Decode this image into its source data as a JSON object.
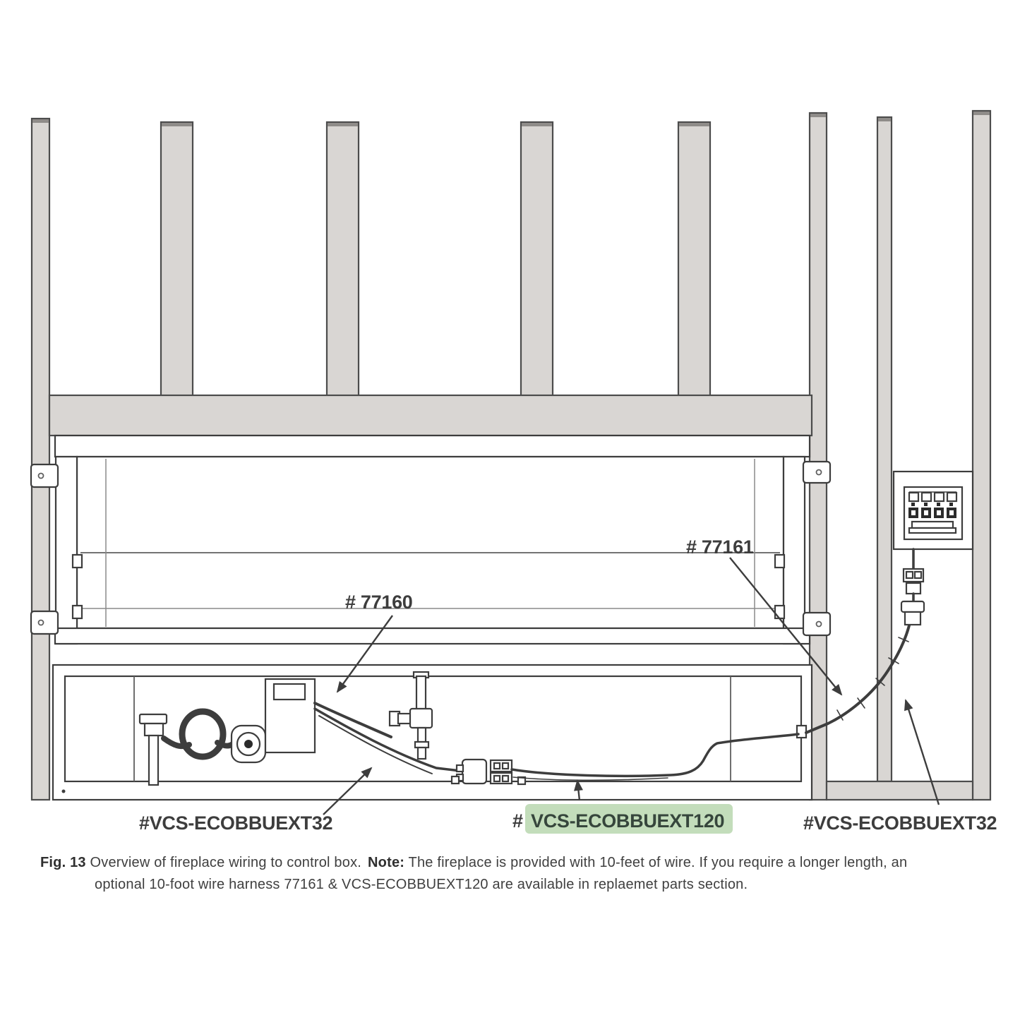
{
  "figure": {
    "labels": {
      "wire_77160": "# 77160",
      "wire_77161": "# 77161",
      "ext32_left": "#VCS-ECOBBUEXT32",
      "ext120_prefix": "#",
      "ext120": "VCS-ECOBBUEXT120",
      "ext32_right": "#VCS-ECOBBUEXT32"
    },
    "colors": {
      "highlight": "#c3ddbb",
      "stud_fill": "#d9d6d3",
      "line": "#3d3d3d"
    }
  },
  "caption": {
    "fig_label": "Fig. 13",
    "text_1": "Overview of fireplace wiring to control box.",
    "note_label": "Note:",
    "text_2": "The fireplace is provided with 10-feet of wire.  If you require a longer length, an",
    "text_3": "optional 10-foot wire harness 77161 & VCS-ECOBBUEXT120 are available in replaemet parts section."
  }
}
